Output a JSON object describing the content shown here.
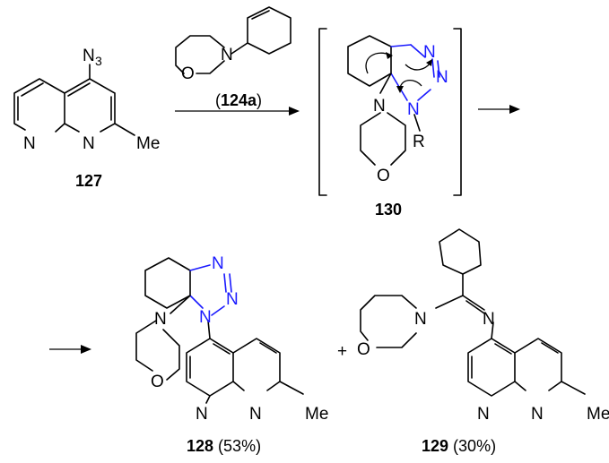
{
  "compounds": {
    "c127": {
      "label": "127"
    },
    "c124a": {
      "label_prefix": "(",
      "label_bold": "124a",
      "label_suffix": ")"
    },
    "c130": {
      "label": "130"
    },
    "c128": {
      "label": "128",
      "yield": " (53%)"
    },
    "c129": {
      "label": "129",
      "yield": " (30%)"
    }
  },
  "atoms": {
    "n": "N",
    "o": "O",
    "me": "Me",
    "r": "R",
    "n3": "N",
    "n3_sub": "3"
  },
  "operators": {
    "plus": "+"
  }
}
